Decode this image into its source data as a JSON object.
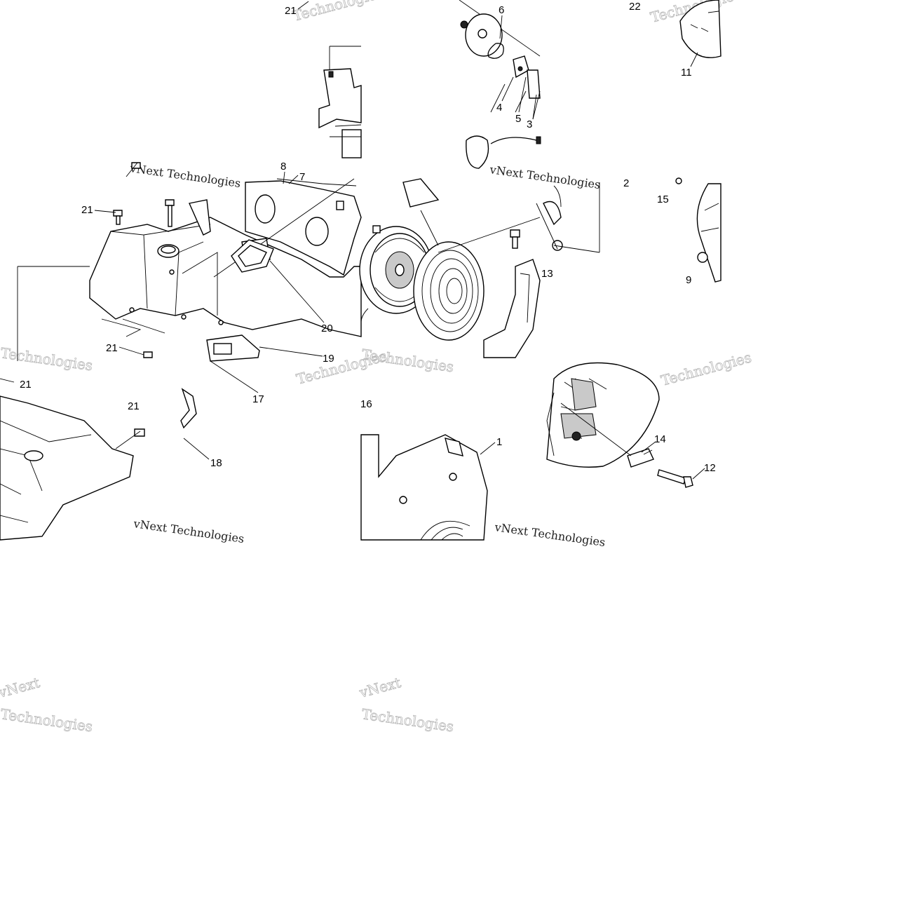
{
  "diagram": {
    "callouts": [
      {
        "id": "c-21a",
        "text": "21"
      },
      {
        "id": "c-6",
        "text": "6"
      },
      {
        "id": "c-22",
        "text": "22"
      },
      {
        "id": "c-11",
        "text": "11"
      },
      {
        "id": "c-4",
        "text": "4"
      },
      {
        "id": "c-5",
        "text": "5"
      },
      {
        "id": "c-3",
        "text": "3"
      },
      {
        "id": "c-8",
        "text": "8"
      },
      {
        "id": "c-7",
        "text": "7"
      },
      {
        "id": "c-2",
        "text": "2"
      },
      {
        "id": "c-15",
        "text": "15"
      },
      {
        "id": "c-21b",
        "text": "21"
      },
      {
        "id": "c-13",
        "text": "13"
      },
      {
        "id": "c-9",
        "text": "9"
      },
      {
        "id": "c-20",
        "text": "20"
      },
      {
        "id": "c-21c",
        "text": "21"
      },
      {
        "id": "c-19",
        "text": "19"
      },
      {
        "id": "c-21d",
        "text": "21"
      },
      {
        "id": "c-17",
        "text": "17"
      },
      {
        "id": "c-16",
        "text": "16"
      },
      {
        "id": "c-21e",
        "text": "21"
      },
      {
        "id": "c-1",
        "text": "1"
      },
      {
        "id": "c-14",
        "text": "14"
      },
      {
        "id": "c-12",
        "text": "12"
      },
      {
        "id": "c-18",
        "text": "18"
      }
    ],
    "watermarks": {
      "brand_a": "vNext Technologies",
      "brand_b": "Technologies",
      "brand_c": "vNext"
    }
  }
}
